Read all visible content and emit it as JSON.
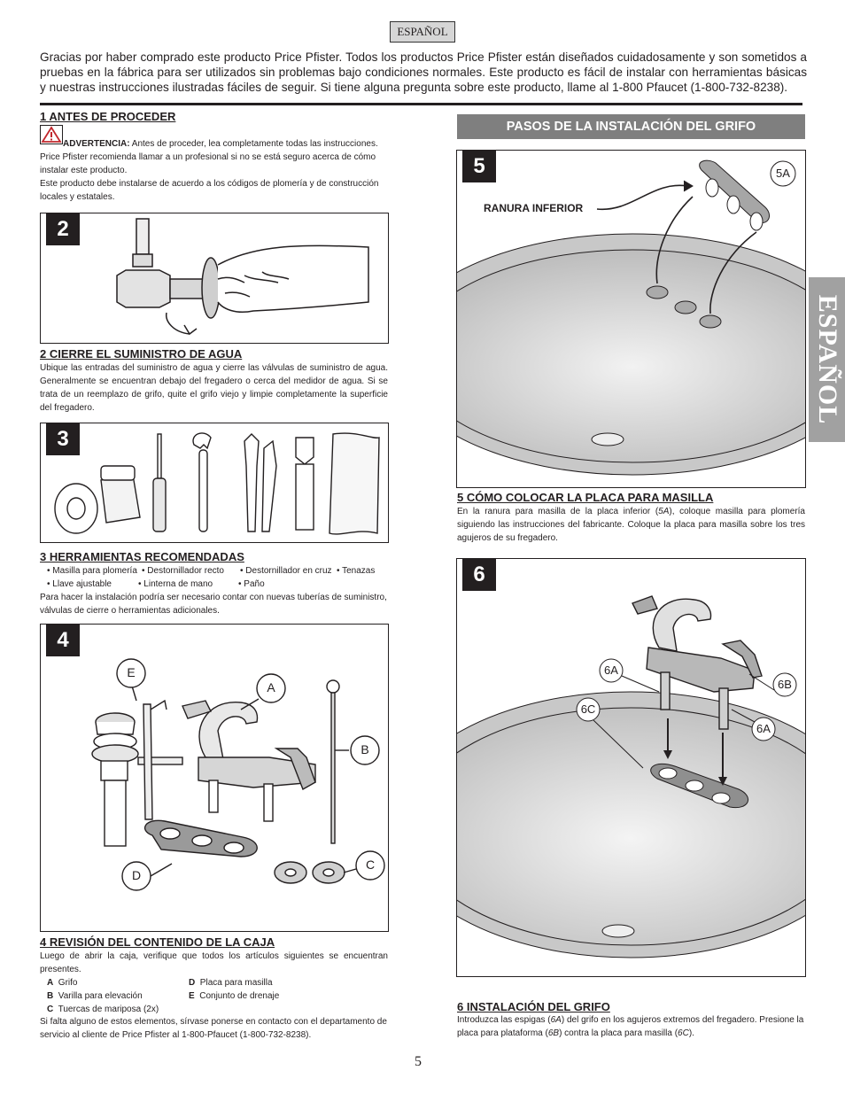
{
  "language_tag": "ESPAÑOL",
  "intro": "Gracias por haber comprado este producto Price Pfister. Todos los productos Price Pfister están diseñados cuidadosamente y son sometidos a pruebas en la fábrica para ser utilizados sin problemas bajo condiciones normales. Este producto es fácil de instalar con herramientas básicas y nuestras instrucciones ilustradas fáciles de seguir. Si tiene alguna pregunta sobre este producto, llame al 1-800 Pfaucet (1-800-732-8238).",
  "side_tab": "ESPAÑOL",
  "page_number": "5",
  "section1": {
    "title": "1   ANTES DE PROCEDER",
    "warning_label": "ADVERTENCIA:",
    "warning_text": " Antes de proceder, lea completamente todas las instrucciones.",
    "line2": "Price Pfister recomienda llamar a un profesional si no se está seguro acerca de cómo instalar este producto.",
    "line3": "Este producto debe instalarse de acuerdo a los códigos de plomería y de construcción locales y estatales."
  },
  "section2": {
    "number": "2",
    "title": "2   CIERRE EL SUMINISTRO DE AGUA",
    "text": "Ubique las entradas del suministro de agua y cierre las válvulas de suministro de agua. Generalmente se encuentran debajo del fregadero o cerca del medidor de agua. Si se trata de un reemplazo de grifo, quite el grifo viejo y limpie completamente la superficie del fregadero."
  },
  "section3": {
    "number": "3",
    "title": "3   HERRAMIENTAS RECOMENDADAS",
    "row1": [
      "• Masilla para plomería",
      "• Destornillador recto",
      "• Destornillador en cruz",
      "• Tenazas"
    ],
    "row2": [
      "• Llave ajustable",
      "• Linterna de mano",
      "• Paño"
    ],
    "text": "Para hacer la instalación podría ser necesario contar con nuevas tuberías de suministro, válvulas de cierre o herramientas adicionales."
  },
  "section4": {
    "number": "4",
    "title": "4  REVISIÓN DEL CONTENIDO DE LA CAJA",
    "text": "Luego de abrir la caja, verifique que todos los artículos siguientes se encuentran presentes.",
    "callouts": [
      "E",
      "A",
      "B",
      "C",
      "D"
    ],
    "items_left": [
      {
        "letter": "A",
        "label": "Grifo"
      },
      {
        "letter": "B",
        "label": "Varilla para elevación"
      },
      {
        "letter": "C",
        "label": "Tuercas de mariposa (2x)"
      }
    ],
    "items_right": [
      {
        "letter": "D",
        "label": "Placa para masilla"
      },
      {
        "letter": "E",
        "label": "Conjunto de drenaje"
      }
    ],
    "footer": "Si falta alguno de estos elementos, sírvase ponerse en contacto con el departamento de servicio al cliente de Price Pfister al 1-800-Pfaucet (1-800-732-8238)."
  },
  "steps_banner": "PASOS DE LA INSTALACIÓN DEL GRIFO",
  "section5": {
    "number": "5",
    "callout": "5A",
    "groove_label": "RANURA INFERIOR",
    "title": "5  CÓMO COLOCAR LA PLACA PARA MASILLA",
    "text_a": "En la ranura para masilla de la placa inferior (",
    "text_ref": "5A",
    "text_b": "), coloque masilla para plomería siguiendo las instrucciones del fabricante. Coloque la placa para masilla sobre los tres agujeros de su fregadero."
  },
  "section6": {
    "number": "6",
    "callouts": [
      "6A",
      "6B",
      "6C",
      "6A"
    ],
    "title": "6   INSTALACIÓN DEL GRIFO",
    "t1": "Introduzca las espigas (",
    "r1": "6A",
    "t2": ") del grifo en los agujeros extremos del fregadero. Presione la placa para plataforma (",
    "r2": "6B",
    "t3": ") contra la placa para masilla (",
    "r3": "6C",
    "t4": ")."
  },
  "colors": {
    "text": "#231f20",
    "banner": "#7f7f7f",
    "side_tab": "#a1a1a1",
    "warning": "#c1272d"
  }
}
